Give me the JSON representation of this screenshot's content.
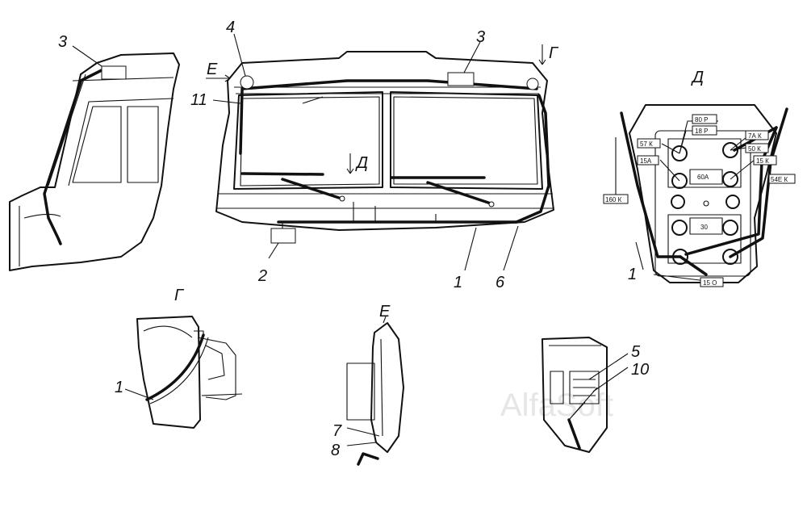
{
  "callouts": {
    "left_3": "3",
    "top_4": "4",
    "top_3": "3",
    "view_e_arrow": "Е",
    "view_g_arrow": "Г",
    "label_11": "11",
    "view_d_arrow": "Д",
    "label_2": "2",
    "label_1_main": "1",
    "label_6": "6",
    "label_1_panel": "1",
    "label_1_g": "1",
    "label_7": "7",
    "label_8": "8",
    "label_5": "5",
    "label_10": "10"
  },
  "view_titles": {
    "d": "Д",
    "g": "Г",
    "e": "Е"
  },
  "wire_tags": {
    "t80p": "80 Р",
    "t18p": "18 Р",
    "t57k": "57 К",
    "t7ak": "7А К",
    "t50k": "50 К",
    "t15a": "15А",
    "t15k": "15 К",
    "t54ek": "54Е К",
    "t160k": "160 К",
    "t15o": "15 О",
    "t60": "60А",
    "t30": "30"
  },
  "watermark": "AlfaSoft"
}
